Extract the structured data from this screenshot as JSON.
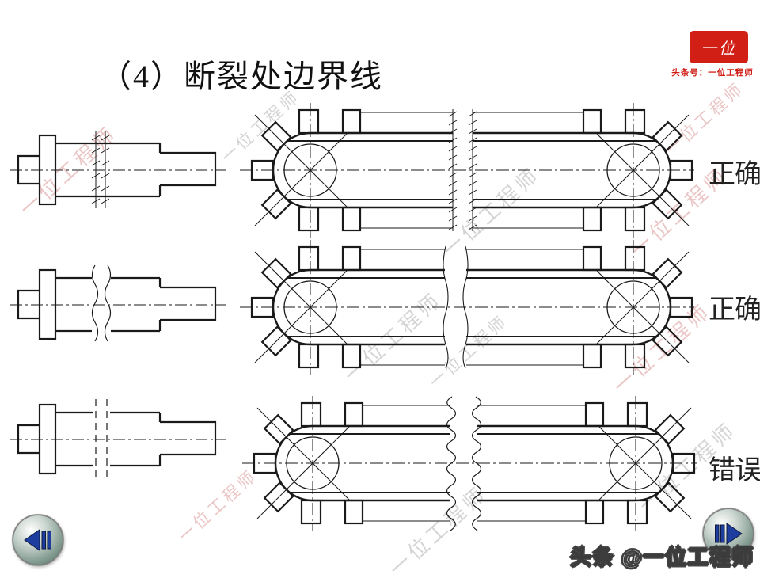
{
  "slide": {
    "title": "（4）断裂处边界线"
  },
  "logo": {
    "text": "一位",
    "caption": "头条号：一位工程师",
    "background_color": "#d21f16",
    "text_color": "#ffffff"
  },
  "figures": [
    {
      "label": "正确",
      "break_line_style": "double-thin-break-lines-with-zigzag-ticks"
    },
    {
      "label": "正确",
      "break_line_style": "thin-wavy-break-lines"
    },
    {
      "label": "错误",
      "break_line_style": "exaggerated-wavy-break-lines"
    }
  ],
  "watermark": {
    "text": "一位工程师"
  },
  "footer": {
    "credit": "头条 @一位工程师"
  },
  "nav": {
    "prev_icon": "previous-slide-icon",
    "next_icon": "next-slide-icon"
  },
  "colors": {
    "line": "#1a1a1a",
    "logo_red": "#d21f16",
    "button_blue": "#1e3e9f",
    "watermark_gray": "#d2d2d2",
    "watermark_pink": "#eac3c3"
  }
}
